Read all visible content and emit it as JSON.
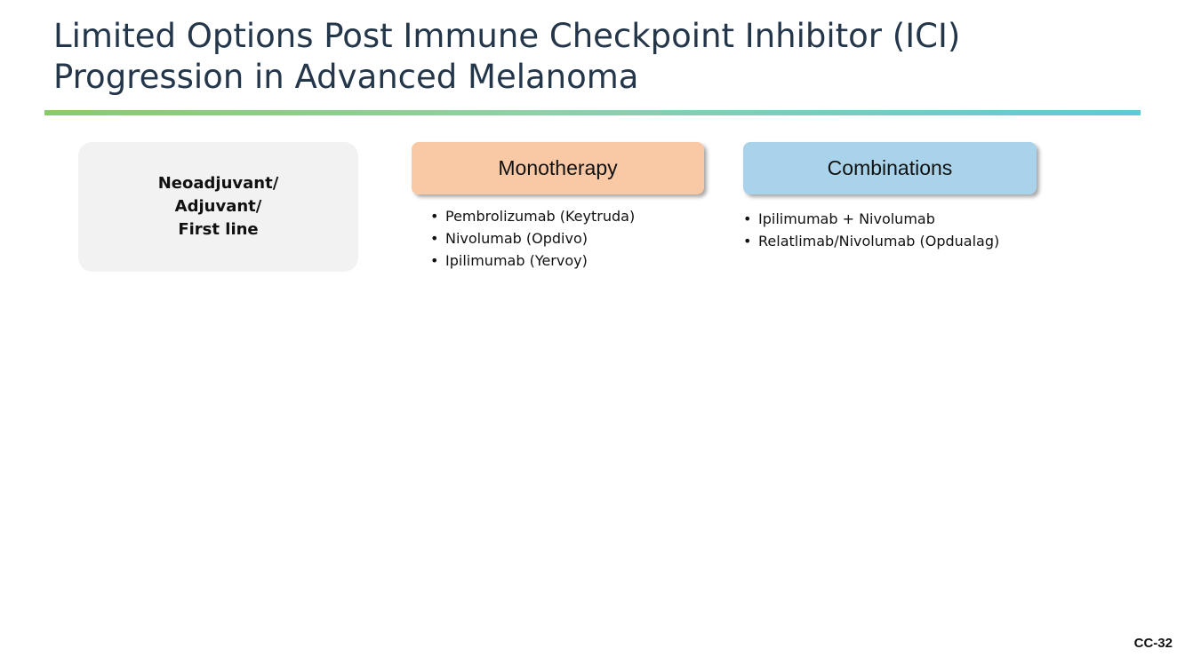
{
  "slide": {
    "title_lines": [
      "Limited Options Post Immune Checkpoint Inhibitor (ICI)",
      "Progression in Advanced Melanoma"
    ],
    "slide_number": "CC-32",
    "colors": {
      "title": "#24364a",
      "rule_gradient": [
        "#8cc96b",
        "#8fd0a8",
        "#5fc9d6"
      ],
      "stage_box": "#f2f2f2",
      "monotherapy_header": "#f9c9a5",
      "combinations_header": "#a9d3ea"
    }
  },
  "stage": {
    "lines": [
      "Neoadjuvant/",
      "Adjuvant/",
      "First line"
    ]
  },
  "monotherapy": {
    "header": "Monotherapy",
    "items": [
      "Pembrolizumab (Keytruda)",
      "Nivolumab (Opdivo)",
      "Ipilimumab (Yervoy)"
    ]
  },
  "combinations": {
    "header": "Combinations",
    "items": [
      "Ipilimumab + Nivolumab",
      "Relatlimab/Nivolumab (Opdualag)"
    ]
  }
}
